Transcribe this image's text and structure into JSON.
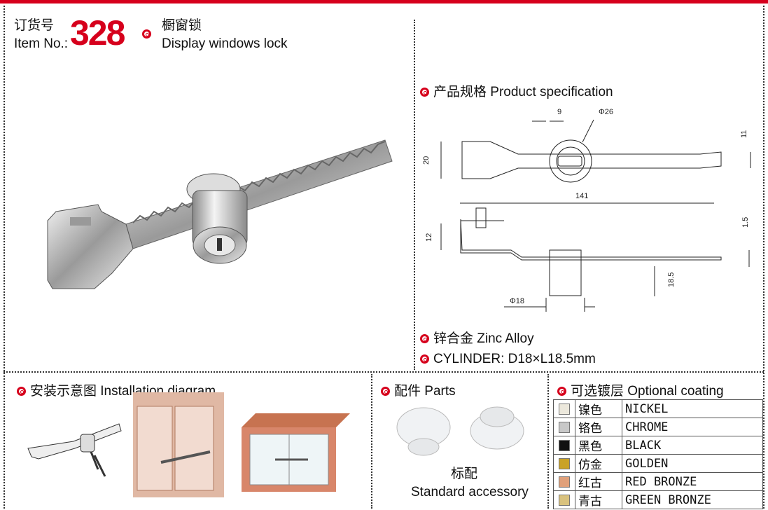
{
  "header": {
    "item_no_cn": "订货号",
    "item_no_en": "Item No.:",
    "number": "328",
    "product_cn": "橱窗锁",
    "product_en": "Display windows lock"
  },
  "spec": {
    "heading": "产品规格 Product specification",
    "dims": {
      "width_small": "9",
      "dia_top": "Φ26",
      "height_left": "20",
      "height_right": "11",
      "length": "141",
      "lift": "12",
      "thickness": "1.5",
      "cyl_len": "18.5",
      "cyl_dia": "Φ18"
    },
    "material": "锌合金 Zinc Alloy",
    "cylinder": "CYLINDER: D18×L18.5mm"
  },
  "installation": {
    "heading": "安装示意图 Installation diagram"
  },
  "parts": {
    "heading": "配件 Parts",
    "std_cn": "标配",
    "std_en": "Standard accessory"
  },
  "coating": {
    "heading": "可选镀层 Optional coating",
    "rows": [
      {
        "cn": "镍色",
        "en": "NICKEL",
        "color": "#ece8dc"
      },
      {
        "cn": "铬色",
        "en": "CHROME",
        "color": "#c8c8c8"
      },
      {
        "cn": "黑色",
        "en": "BLACK",
        "color": "#111111"
      },
      {
        "cn": "仿金",
        "en": "GOLDEN",
        "color": "#c9a227"
      },
      {
        "cn": "红古",
        "en": "RED BRONZE",
        "color": "#e0a07a"
      },
      {
        "cn": "青古",
        "en": "GREEN BRONZE",
        "color": "#d9c27e"
      }
    ]
  }
}
